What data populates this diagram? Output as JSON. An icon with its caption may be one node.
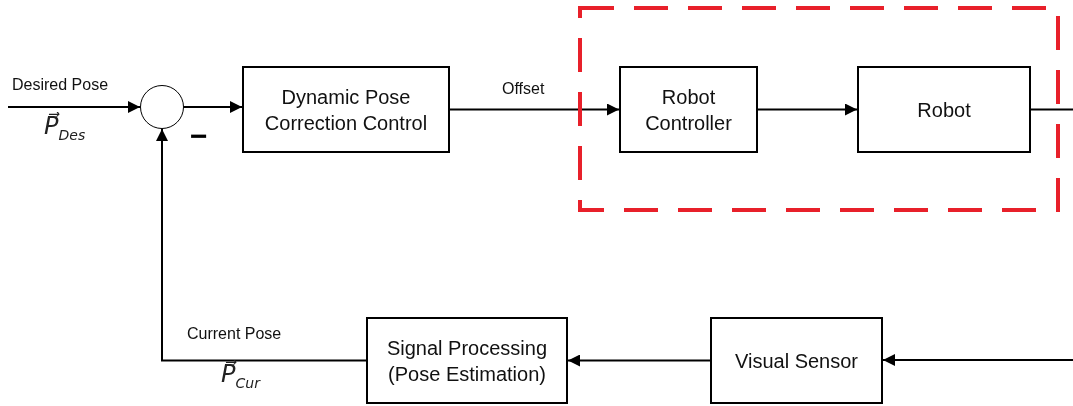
{
  "diagram": {
    "nodes": [
      {
        "text": [],
        "shape": "circle",
        "beside": [
          "−"
        ]
      },
      {
        "text": [
          "Dynamic Pose Correction Control"
        ]
      },
      {
        "text": [],
        "shape": "box"
      },
      {
        "text": [
          "Robot Controller"
        ],
        "in": 2
      },
      {
        "text": [
          "Robot"
        ],
        "in": 2
      },
      {
        "text": [
          "Visual Sensor"
        ]
      },
      {
        "text": [
          "Signal Processing (Pose Estimation)"
        ]
      }
    ],
    "edges": [
      {
        "from": null,
        "to": 0,
        "arrow": "to",
        "label": "Desired Pose"
      },
      {
        "from": 0,
        "to": 1,
        "arrow": "to"
      },
      {
        "from": 1,
        "to": 3,
        "arrow": "to",
        "label": "Offset"
      },
      {
        "from": 3,
        "to": 4,
        "arrow": "to"
      },
      {
        "from": 4,
        "to": null,
        "arrow": "none"
      },
      {
        "from": null,
        "to": 5,
        "arrow": "to"
      },
      {
        "from": 5,
        "to": 6,
        "arrow": "to"
      },
      {
        "from": 6,
        "to": 0,
        "arrow": "to",
        "label": "Current Pose"
      }
    ],
    "labels": [
      "P⃗$_{Des}$",
      "P⃗$_{Cur}$"
    ]
  }
}
